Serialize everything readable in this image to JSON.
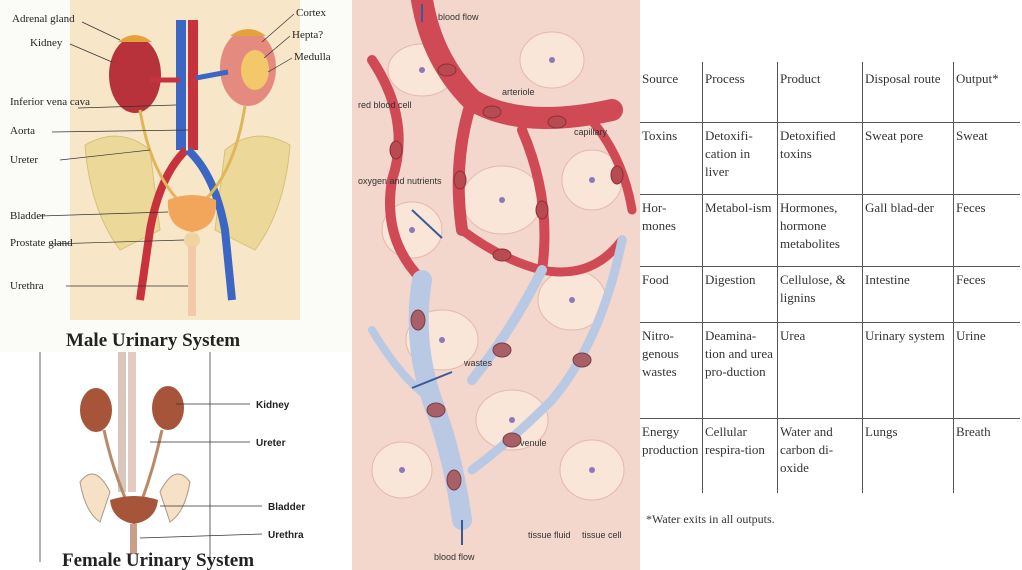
{
  "male": {
    "title": "Male Urinary System",
    "labels_left": [
      "Adrenal gland",
      "Kidney",
      "Inferior vena cava",
      "Aorta",
      "Ureter",
      "Bladder",
      "Prostate gland",
      "Urethra"
    ],
    "labels_right": [
      "Cortex",
      "Hepta?",
      "Medulla"
    ]
  },
  "female": {
    "title": "Female Urinary System",
    "labels": [
      "Kidney",
      "Ureter",
      "Bladder",
      "Urethra"
    ]
  },
  "capillary": {
    "top_label": "blood flow",
    "bottom_label": "blood flow",
    "labels": [
      "arteriole",
      "red blood cell",
      "capillary",
      "oxygen and nutrients",
      "wastes",
      "venule",
      "tissue fluid",
      "tissue cell"
    ]
  },
  "table": {
    "headers": [
      "Source",
      "Process",
      "Product",
      "Disposal route",
      "Output*"
    ],
    "rows": [
      [
        "Toxins",
        "Detoxifi-cation in liver",
        "Detoxified toxins",
        "Sweat pore",
        "Sweat"
      ],
      [
        "Hor-mones",
        "Metabol-ism",
        "Hormones, hormone metabolites",
        "Gall blad-der",
        "Feces"
      ],
      [
        "Food",
        "Digestion",
        "Cellulose, & lignins",
        "Intestine",
        "Feces"
      ],
      [
        "Nitro-genous wastes",
        "Deamina-tion and urea pro-duction",
        "Urea",
        "Urinary system",
        "Urine"
      ],
      [
        "Energy production",
        "Cellular respira-tion",
        "Water and carbon di-oxide",
        "Lungs",
        "Breath"
      ]
    ],
    "footnote": "*Water exits in all outputs."
  },
  "colors": {
    "artery_red": "#c8323c",
    "vein_blue": "#3b66c4",
    "kidney": "#b8323c",
    "pelvis": "#ecd99a",
    "capillary_red": "#cf4a55",
    "tissue_bg": "#f3d6cc",
    "tissue_cell": "#f9e6d8",
    "venule_blue": "#b9c9e4"
  }
}
